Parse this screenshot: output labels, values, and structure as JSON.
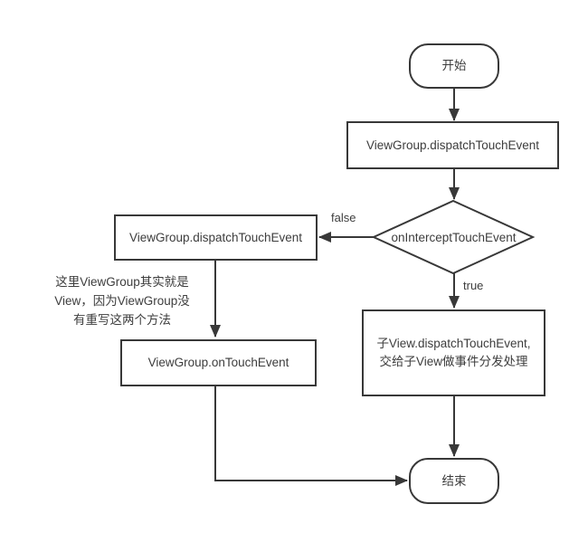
{
  "diagram": {
    "title": "ViewGroup touch event dispatch flowchart",
    "colors": {
      "background": "#ffffff",
      "stroke": "#383838",
      "text": "#3d3d3d"
    },
    "nodes": {
      "start": {
        "type": "terminator",
        "label": "开始"
      },
      "dispatch_top": {
        "type": "process",
        "label": "ViewGroup.dispatchTouchEvent"
      },
      "intercept_decision": {
        "type": "decision",
        "label": "onInterceptTouchEvent"
      },
      "dispatch_left": {
        "type": "process",
        "label": "ViewGroup.dispatchTouchEvent"
      },
      "on_touch": {
        "type": "process",
        "label": "ViewGroup.onTouchEvent"
      },
      "child_dispatch": {
        "type": "process",
        "line1": "子View.dispatchTouchEvent,",
        "line2": "交给子View做事件分发处理"
      },
      "end": {
        "type": "terminator",
        "label": "结束"
      }
    },
    "edge_labels": {
      "false_branch": "false",
      "true_branch": "true"
    },
    "annotation": {
      "line1": "这里ViewGroup其实就是",
      "line2": "View，因为ViewGroup没",
      "line3": "有重写这两个方法"
    }
  }
}
